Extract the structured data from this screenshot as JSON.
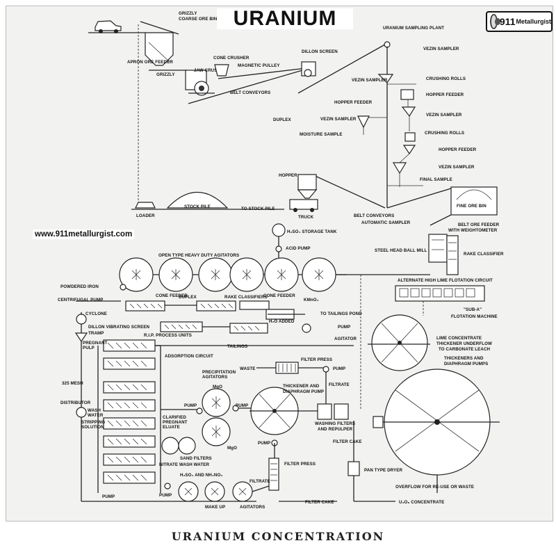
{
  "title": "URANIUM",
  "logo": {
    "number": "911",
    "word": "Metallurgist"
  },
  "website": "www.911metallurgist.com",
  "footer": "URANIUM CONCENTRATION",
  "labels": {
    "grizzly": "GRIZZLY",
    "coarse_ore_bin": "COARSE ORE BIN",
    "apron_ore_feeder": "APRON ORE FEEDER",
    "grizzly_2": "GRIZZLY",
    "jaw_crusher": "JAW CRUSHER",
    "cone_crusher": "CONE CRUSHER",
    "magnetic_pulley": "MAGNETIC PULLEY",
    "dillon_screen": "DILLON SCREEN",
    "belt_conveyors": "BELT CONVEYORS",
    "uranium_sampling_plant": "URANIUM SAMPLING PLANT",
    "vezin_sampler_1": "VEZIN SAMPLER",
    "vezin_sampler_2": "VEZIN SAMPLER",
    "crushing_rolls_1": "CRUSHING ROLLS",
    "hopper_feeder_1": "HOPPER FEEDER",
    "hopper_feeder_2": "HOPPER FEEDER",
    "duplex": "DUPLEX",
    "vezin_sampler_3": "VEZIN SAMPLER",
    "moisture_sample": "MOISTURE SAMPLE",
    "vezin_sampler_4": "VEZIN SAMPLER",
    "crushing_rolls_2": "CRUSHING ROLLS",
    "hopper_feeder_3": "HOPPER FEEDER",
    "vezin_sampler_5": "VEZIN SAMPLER",
    "final_sample": "FINAL SAMPLE",
    "hopper": "HOPPER",
    "loader": "LOADER",
    "stock_pile": "STOCK PILE",
    "to_stock_pile": "TO STOCK PILE",
    "truck": "TRUCK",
    "belt_conveyors_2": "BELT CONVEYORS",
    "automatic_sampler": "AUTOMATIC SAMPLER",
    "fine_ore_bin": "FINE ORE BIN",
    "belt_ore_feeder": "BELT ORE FEEDER",
    "with_weightometer": "WITH WEIGHTOMETER",
    "h2so4_storage_tank": "H₂SO₄ STORAGE TANK",
    "acid_pump": "ACID PUMP",
    "agitators_heading": "OPEN TYPE HEAVY DUTY AGITATORS",
    "steel_head_ball_mill": "STEEL HEAD BALL MILL",
    "rake_classifier": "RAKE CLASSIFIER",
    "powdered_iron": "POWDERED IRON",
    "cone_feeder_1": "CONE FEEDER",
    "cone_feeder_2": "CONE FEEDER",
    "kmno4": "KMnO₄",
    "alternate_flotation": "ALTERNATE HIGH LIME FLOTATION CIRCUIT",
    "centrifugal_pump": "CENTRIFUGAL PUMP",
    "duplex_2": "DUPLEX",
    "rake_classifiers": "RAKE CLASSIFIERS",
    "cyclone": "CYCLONE",
    "to_tailings_pond": "TO TAILINGS POND",
    "h2o_added": "H₂O ADDED",
    "pump_1": "PUMP",
    "sub_a": "\"SUB-A\"",
    "flotation_machine": "FLOTATION MACHINE",
    "dillon_vibrating_screen": "DILLON VIBRATING SCREEN",
    "tramp": "TRAMP",
    "rip_process_units": "R.I.P. PROCESS UNITS",
    "agitator": "AGITATOR",
    "pregnant_pulp": "PREGNANT\nPULP",
    "tailings": "TAILINGS",
    "lime_concentrate": "LIME CONCENTRATE",
    "thickener_underflow": "THICKENER UNDERFLOW",
    "to_carbonate_leach": "TO CARBONATE LEACH",
    "adsorption_circuit": "ADSORPTION CIRCUIT",
    "filter_press_1": "FILTER PRESS",
    "waste": "WASTE",
    "pump_2": "PUMP",
    "thickeners_diaphragm": "THICKENERS AND",
    "diaphragm_pumps": "DIAPHRAGM PUMPS",
    "precipitation_agitators": "PRECIPITATION\nAGITATORS",
    "mesh_325": "325 MESH",
    "mgo_1": "MgO",
    "thickener_and": "THICKENER AND",
    "diaphragm_pump": "DIAPHRAGM PUMP",
    "filtrate_1": "FILTRATE",
    "pump_3": "PUMP",
    "pump_4": "PUMP",
    "distributor": "DISTRIBUTOR",
    "wash_water": "WASH\nWATER",
    "clarified_pregnant_eluate": "CLARIFIED\nPREGNANT\nELUATE",
    "stripping_solution": "STRIPPING\nSOLUTION",
    "washing_filters": "WASHING FILTERS",
    "and_repulper": "AND REPULPER",
    "mgo_2": "MgO",
    "pump_5": "PUMP",
    "sand_filters": "SAND FILTERS",
    "filter_cake_1": "FILTER CAKE",
    "nitrate_wash_water": "NITRATE WASH WATER",
    "filter_press_2": "FILTER PRESS",
    "pan_type_dryer": "PAN TYPE DRYER",
    "h2so4_nh4no3": "H₂SO₄ AND NH₄NO₃",
    "filtrate_2": "FILTRATE",
    "pump_6": "PUMP",
    "pump_7": "PUMP",
    "make_up": "MAKE UP",
    "agitators": "AGITATORS",
    "overflow": "OVERFLOW FOR RE-USE OR WASTE",
    "filter_cake_2": "FILTER CAKE",
    "u3o8": "U₃O₈ CONCENTRATE"
  }
}
